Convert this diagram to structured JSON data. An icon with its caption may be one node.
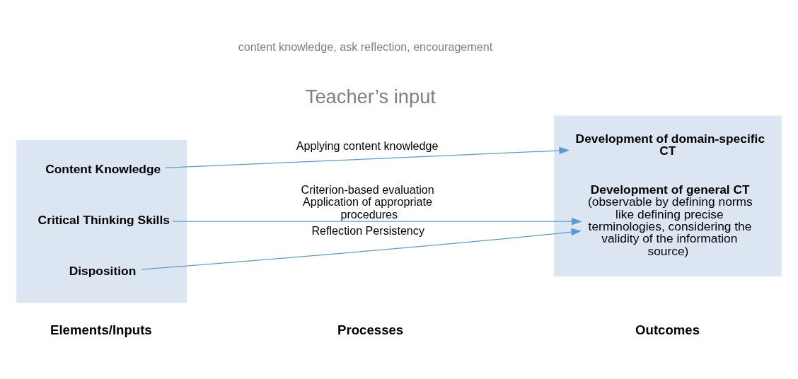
{
  "diagram": {
    "nodes": [
      {
        "text": [],
        "shape": "box"
      },
      {
        "text": [
          "Content Knowledge"
        ],
        "in": 0
      },
      {
        "text": [
          "Critical Thinking Skills"
        ],
        "in": 0
      },
      {
        "text": [
          "Disposition"
        ],
        "in": 0
      },
      {
        "text": [],
        "shape": "box"
      },
      {
        "text": [
          "Development of domain-specific CT"
        ],
        "in": 4
      },
      {
        "text": [
          "Development of general CT",
          "(observable by defining norms like defining precise terminologies, considering the validity of the information source)"
        ],
        "in": 4
      }
    ],
    "edges": [
      {
        "from": 1,
        "to": 5,
        "arrow": "to",
        "label": "Applying content knowledge"
      },
      {
        "from": 2,
        "to": 6,
        "arrow": "to",
        "label": "Criterion-based evaluation Application of appropriate procedures"
      },
      {
        "from": 3,
        "to": 6,
        "arrow": "to",
        "label": "Reflection Persistency"
      }
    ],
    "labels": [
      "Elements/Inputs",
      "Processes",
      "Outcomes",
      "Teacher’s input",
      "content knowledge, ask reflection, encouragement"
    ]
  }
}
